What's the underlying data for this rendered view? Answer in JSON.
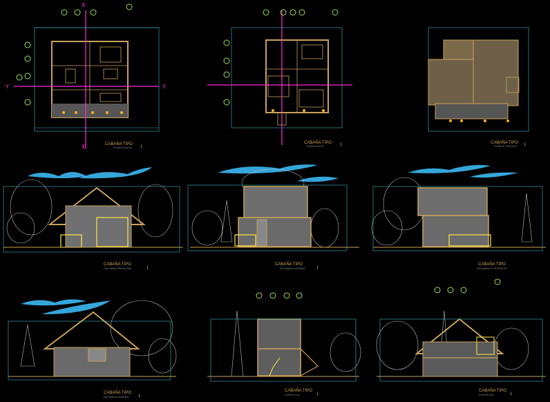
{
  "drawing": {
    "background": "#000000",
    "colors": {
      "wall": "#c9a25a",
      "dimension": "#3fb8c8",
      "axis": "#ff2bd6",
      "grid_bubble": "#9ae05a",
      "vegetation": "#bdbdbd",
      "sky": "#3ec3ff",
      "railing": "#ffe94a",
      "marker": "#ffb020"
    },
    "plans": [
      {
        "title": "CABAÑA TIPO",
        "subtitle": "PLANTA BAJA",
        "number": "1"
      },
      {
        "title": "CABAÑA TIPO",
        "subtitle": "PLANTA ALTA",
        "number": "1"
      },
      {
        "title": "CABAÑA TIPO",
        "subtitle": "PLANTA TECHOS",
        "number": "1"
      }
    ],
    "elevations": [
      {
        "title": "CABAÑA TIPO",
        "subtitle": "FACHADA PRINCIPAL",
        "number": "1"
      },
      {
        "title": "CABAÑA TIPO",
        "subtitle": "FACHADA LATERAL",
        "number": "1"
      },
      {
        "title": "CABAÑA TIPO",
        "subtitle": "FACHADA POSTERIOR",
        "number": "1"
      }
    ],
    "sections": [
      {
        "title": "CABAÑA TIPO",
        "subtitle": "FACHADA LATERAL",
        "number": "1"
      },
      {
        "title": "CABAÑA TIPO",
        "subtitle": "CORTE A-A",
        "number": "1"
      },
      {
        "title": "CABAÑA TIPO",
        "subtitle": "CORTE B-B",
        "number": "1"
      }
    ],
    "axis_marks": {
      "x": "X",
      "y": "Y"
    }
  }
}
